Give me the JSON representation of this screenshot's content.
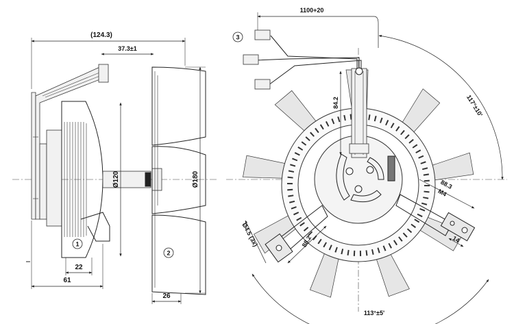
{
  "side_view": {
    "dims": {
      "overall_length": "(124.3)",
      "offset": "37.3±1",
      "motor_dia": "Ø120",
      "impeller_dia": "Ø180",
      "base_width": "61",
      "mount_width": "22",
      "impeller_height": "26"
    },
    "callouts": {
      "motor": "1",
      "impeller": "2"
    }
  },
  "front_view": {
    "dims": {
      "cable_length": "1100+20",
      "connector_height": "84.2",
      "angle_top": "117°±10'",
      "angle_bottom": "113°±5'",
      "right_arm": "88.3",
      "thread": "M4",
      "right_slot": "14",
      "left_hole": "Ø4.5 (3x)",
      "left_arm": "88.2"
    },
    "callouts": {
      "connector": "3"
    }
  }
}
